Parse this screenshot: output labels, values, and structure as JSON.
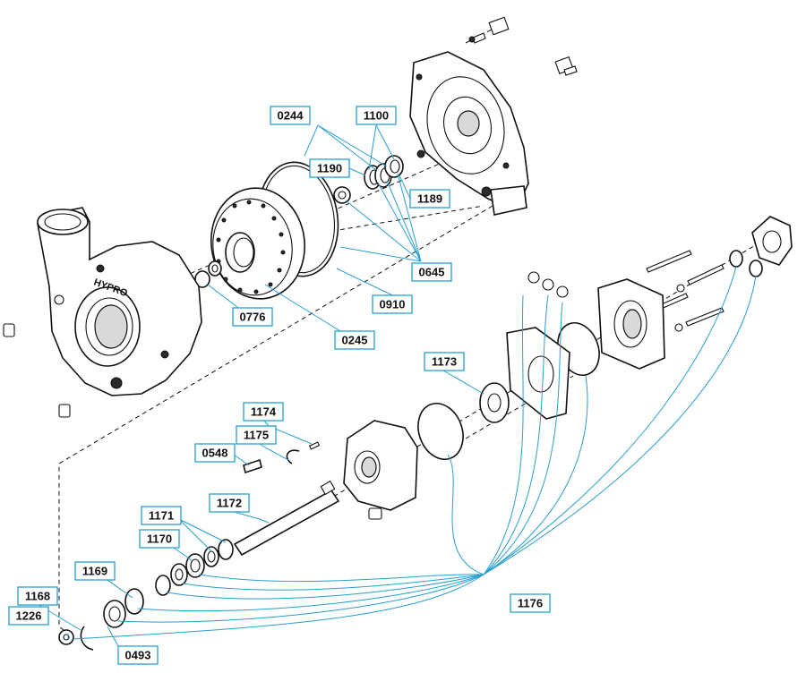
{
  "brand_text": "HYPRO",
  "colors": {
    "leader": "#2a9fd0",
    "line": "#111111",
    "background": "#ffffff"
  },
  "callouts": [
    {
      "id": "0244",
      "label": "0244"
    },
    {
      "id": "1100",
      "label": "1100"
    },
    {
      "id": "1190",
      "label": "1190"
    },
    {
      "id": "1189",
      "label": "1189"
    },
    {
      "id": "0645",
      "label": "0645"
    },
    {
      "id": "0910",
      "label": "0910"
    },
    {
      "id": "0776",
      "label": "0776"
    },
    {
      "id": "0245",
      "label": "0245"
    },
    {
      "id": "1173",
      "label": "1173"
    },
    {
      "id": "1174",
      "label": "1174"
    },
    {
      "id": "1175",
      "label": "1175"
    },
    {
      "id": "0548",
      "label": "0548"
    },
    {
      "id": "1172",
      "label": "1172"
    },
    {
      "id": "1171",
      "label": "1171"
    },
    {
      "id": "1170",
      "label": "1170"
    },
    {
      "id": "1169",
      "label": "1169"
    },
    {
      "id": "1168",
      "label": "1168"
    },
    {
      "id": "1226",
      "label": "1226"
    },
    {
      "id": "0493",
      "label": "0493"
    },
    {
      "id": "1176",
      "label": "1176"
    }
  ]
}
